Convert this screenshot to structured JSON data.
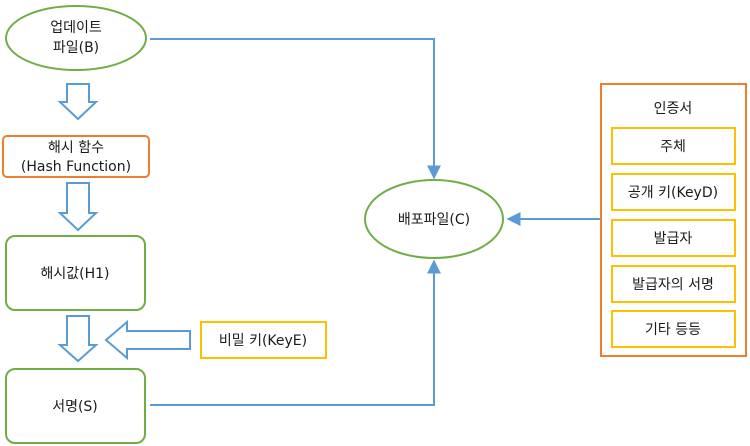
{
  "nodes": {
    "update_file": {
      "line1": "업데이트",
      "line2": "파일(B)"
    },
    "hash_function": {
      "line1": "해시 함수",
      "line2": "(Hash Function)"
    },
    "hash_value": {
      "label": "해시값(H1)"
    },
    "signature": {
      "label": "서명(S)"
    },
    "private_key": {
      "label": "비밀 키(KeyE)"
    },
    "distribution_file": {
      "label": "배포파일(C)"
    }
  },
  "certificate": {
    "title": "인증서",
    "items": [
      "주체",
      "공개 키(KeyD)",
      "발급자",
      "발급자의 서명",
      "기타 등등"
    ]
  },
  "colors": {
    "green": "#70ad47",
    "orange": "#ed7d31",
    "yellow": "#ffc000",
    "blue": "#5b9bd5",
    "text": "#1a1a1a"
  }
}
